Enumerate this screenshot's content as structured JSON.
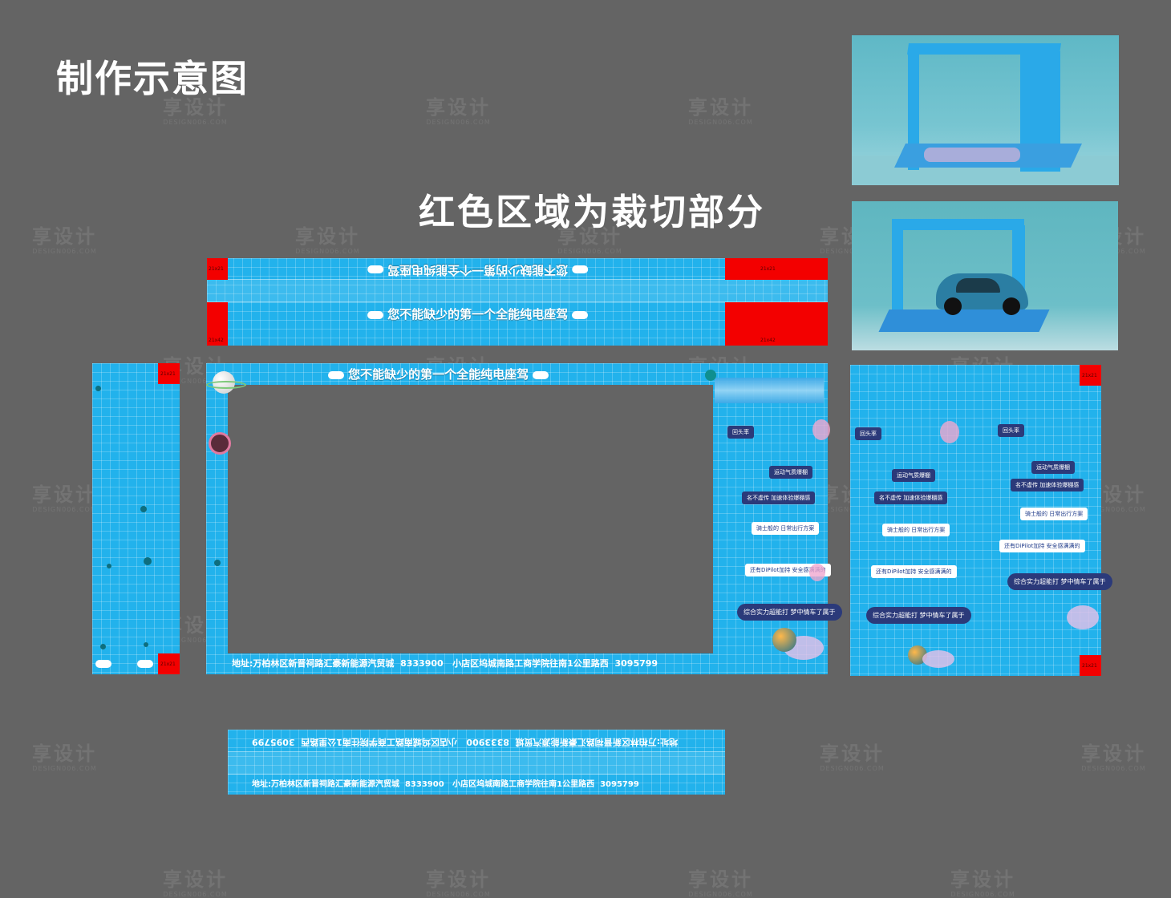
{
  "title": "制作示意图",
  "cut_note": "红色区域为裁切部分",
  "watermark": {
    "brand": "享设计",
    "domain": "DESIGN006.COM"
  },
  "slogan": "您不能缺少的第一个全能纯电座驾",
  "address_line": {
    "addr1": "地址:万柏林区新晋祠路汇豪新能源汽贸城",
    "phone1": "8333900",
    "addr2": "小店区坞城南路工商学院往南1公里路西",
    "phone2": "3095799"
  },
  "red_marks": [
    "21x21",
    "21x42"
  ],
  "panel_badges": [
    "回头率",
    "运动气质爆棚",
    "名不虚传 加速体验爆棚感",
    "骑士般的 日常出行方案",
    "还有DiPilot加持 安全感满满的",
    "综合实力超能打 梦中情车了属于"
  ],
  "colors": {
    "background": "#646464",
    "panel": "#22b2ec",
    "cut": "#f30000",
    "badge": "#2b3a7a"
  }
}
